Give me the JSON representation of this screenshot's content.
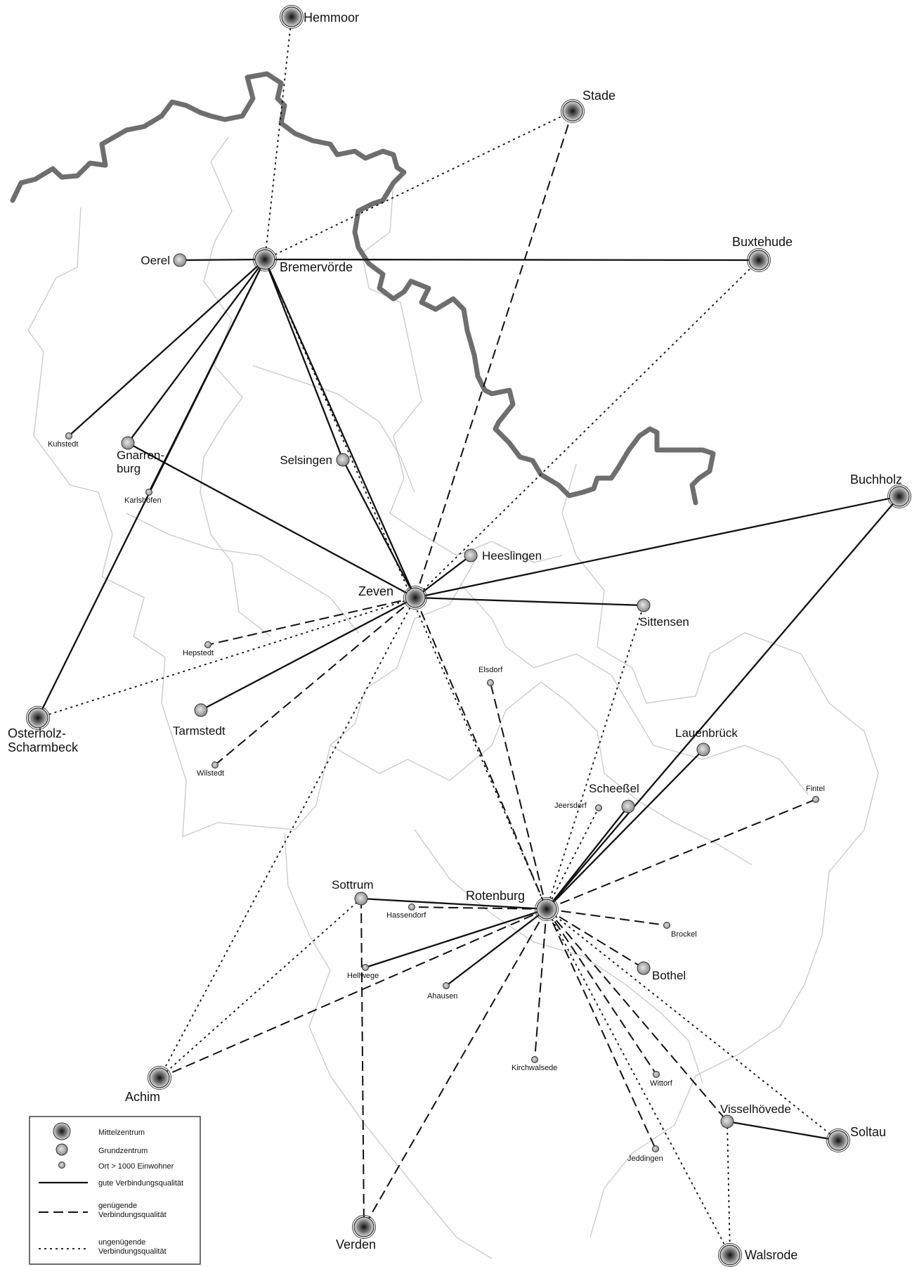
{
  "colors": {
    "background": "#ffffff",
    "line": "#111111",
    "district_border": "#c8c8c8",
    "state_border": "#6e6e6e"
  },
  "places": [
    {
      "id": "hemmoor",
      "name": "Hemmoor",
      "type": "mittel"
    },
    {
      "id": "stade",
      "name": "Stade",
      "type": "mittel"
    },
    {
      "id": "oerel",
      "name": "Oerel",
      "type": "grund"
    },
    {
      "id": "bremervoerde",
      "name": "Bremervörde",
      "type": "mittel"
    },
    {
      "id": "buxtehude",
      "name": "Buxtehude",
      "type": "mittel"
    },
    {
      "id": "kuhstedt",
      "name": "Kuhstedt",
      "type": "ort"
    },
    {
      "id": "gnarrenburg",
      "name": "Gnarren-\nburg",
      "type": "grund"
    },
    {
      "id": "karlshoefen",
      "name": "Karlshöfen",
      "type": "ort"
    },
    {
      "id": "selsingen",
      "name": "Selsingen",
      "type": "grund"
    },
    {
      "id": "buchholz",
      "name": "Buchholz",
      "type": "mittel"
    },
    {
      "id": "heeslingen",
      "name": "Heeslingen",
      "type": "grund"
    },
    {
      "id": "zeven",
      "name": "Zeven",
      "type": "mittel"
    },
    {
      "id": "sittensen",
      "name": "Sittensen",
      "type": "grund"
    },
    {
      "id": "hepstedt",
      "name": "Hepstedt",
      "type": "ort"
    },
    {
      "id": "elsdorf",
      "name": "Elsdorf",
      "type": "ort"
    },
    {
      "id": "osterholz",
      "name": "Osterholz-\nScharmbeck",
      "type": "mittel"
    },
    {
      "id": "tarmstedt",
      "name": "Tarmstedt",
      "type": "grund"
    },
    {
      "id": "lauenbrueck",
      "name": "Lauenbrück",
      "type": "grund"
    },
    {
      "id": "wilstedt",
      "name": "Wilstedt",
      "type": "ort"
    },
    {
      "id": "fintel",
      "name": "Fintel",
      "type": "ort"
    },
    {
      "id": "scheessel",
      "name": "Scheeßel",
      "type": "grund"
    },
    {
      "id": "jeersdorf",
      "name": "Jeersdorf",
      "type": "ort"
    },
    {
      "id": "sottrum",
      "name": "Sottrum",
      "type": "grund"
    },
    {
      "id": "rotenburg",
      "name": "Rotenburg",
      "type": "mittel"
    },
    {
      "id": "hassendorf",
      "name": "Hassendorf",
      "type": "ort"
    },
    {
      "id": "brockel",
      "name": "Brockel",
      "type": "ort"
    },
    {
      "id": "hellwege",
      "name": "Hellwege",
      "type": "ort"
    },
    {
      "id": "bothel",
      "name": "Bothel",
      "type": "grund"
    },
    {
      "id": "ahausen",
      "name": "Ahausen",
      "type": "ort"
    },
    {
      "id": "achim",
      "name": "Achim",
      "type": "mittel"
    },
    {
      "id": "kirchwalsede",
      "name": "Kirchwalsede",
      "type": "ort"
    },
    {
      "id": "wittorf",
      "name": "Wittorf",
      "type": "ort"
    },
    {
      "id": "visselhoevede",
      "name": "Visselhövede",
      "type": "grund"
    },
    {
      "id": "soltau",
      "name": "Soltau",
      "type": "mittel"
    },
    {
      "id": "jeddingen",
      "name": "Jeddingen",
      "type": "ort"
    },
    {
      "id": "verden",
      "name": "Verden",
      "type": "mittel"
    },
    {
      "id": "walsrode",
      "name": "Walsrode",
      "type": "mittel"
    }
  ],
  "connections": [
    {
      "from": "bremervoerde",
      "to": "hemmoor",
      "quality": "insufficient"
    },
    {
      "from": "bremervoerde",
      "to": "stade",
      "quality": "insufficient"
    },
    {
      "from": "bremervoerde",
      "to": "oerel",
      "quality": "good"
    },
    {
      "from": "bremervoerde",
      "to": "buxtehude",
      "quality": "good"
    },
    {
      "from": "bremervoerde",
      "to": "kuhstedt",
      "quality": "good"
    },
    {
      "from": "bremervoerde",
      "to": "gnarrenburg",
      "quality": "good"
    },
    {
      "from": "bremervoerde",
      "to": "karlshoefen",
      "quality": "good"
    },
    {
      "from": "bremervoerde",
      "to": "osterholz",
      "quality": "good"
    },
    {
      "from": "bremervoerde",
      "to": "selsingen",
      "quality": "good"
    },
    {
      "from": "bremervoerde",
      "to": "zeven",
      "quality": "good"
    },
    {
      "from": "bremervoerde",
      "to": "rotenburg",
      "quality": "insufficient"
    },
    {
      "from": "zeven",
      "to": "stade",
      "quality": "sufficient"
    },
    {
      "from": "zeven",
      "to": "buxtehude",
      "quality": "insufficient"
    },
    {
      "from": "zeven",
      "to": "gnarrenburg",
      "quality": "good"
    },
    {
      "from": "zeven",
      "to": "selsingen",
      "quality": "good"
    },
    {
      "from": "zeven",
      "to": "heeslingen",
      "quality": "good"
    },
    {
      "from": "zeven",
      "to": "buchholz",
      "quality": "good"
    },
    {
      "from": "zeven",
      "to": "sittensen",
      "quality": "good"
    },
    {
      "from": "zeven",
      "to": "hepstedt",
      "quality": "sufficient"
    },
    {
      "from": "zeven",
      "to": "osterholz",
      "quality": "insufficient"
    },
    {
      "from": "zeven",
      "to": "tarmstedt",
      "quality": "good"
    },
    {
      "from": "zeven",
      "to": "wilstedt",
      "quality": "sufficient"
    },
    {
      "from": "zeven",
      "to": "achim",
      "quality": "insufficient"
    },
    {
      "from": "zeven",
      "to": "rotenburg",
      "quality": "sufficient"
    },
    {
      "from": "rotenburg",
      "to": "buchholz",
      "quality": "good"
    },
    {
      "from": "rotenburg",
      "to": "elsdorf",
      "quality": "sufficient"
    },
    {
      "from": "rotenburg",
      "to": "lauenbrueck",
      "quality": "good"
    },
    {
      "from": "rotenburg",
      "to": "scheessel",
      "quality": "good"
    },
    {
      "from": "rotenburg",
      "to": "jeersdorf",
      "quality": "insufficient"
    },
    {
      "from": "rotenburg",
      "to": "fintel",
      "quality": "sufficient"
    },
    {
      "from": "rotenburg",
      "to": "sottrum",
      "quality": "good"
    },
    {
      "from": "rotenburg",
      "to": "hassendorf",
      "quality": "sufficient"
    },
    {
      "from": "rotenburg",
      "to": "brockel",
      "quality": "sufficient"
    },
    {
      "from": "rotenburg",
      "to": "hellwege",
      "quality": "good"
    },
    {
      "from": "rotenburg",
      "to": "ahausen",
      "quality": "good"
    },
    {
      "from": "rotenburg",
      "to": "bothel",
      "quality": "sufficient"
    },
    {
      "from": "rotenburg",
      "to": "achim",
      "quality": "sufficient"
    },
    {
      "from": "rotenburg",
      "to": "verden",
      "quality": "sufficient"
    },
    {
      "from": "rotenburg",
      "to": "kirchwalsede",
      "quality": "sufficient"
    },
    {
      "from": "rotenburg",
      "to": "wittorf",
      "quality": "sufficient"
    },
    {
      "from": "rotenburg",
      "to": "visselhoevede",
      "quality": "sufficient"
    },
    {
      "from": "rotenburg",
      "to": "soltau",
      "quality": "insufficient"
    },
    {
      "from": "rotenburg",
      "to": "jeddingen",
      "quality": "sufficient"
    },
    {
      "from": "rotenburg",
      "to": "walsrode",
      "quality": "insufficient"
    },
    {
      "from": "rotenburg",
      "to": "sittensen",
      "quality": "insufficient"
    },
    {
      "from": "sottrum",
      "to": "achim",
      "quality": "insufficient"
    },
    {
      "from": "sottrum",
      "to": "verden",
      "quality": "sufficient"
    },
    {
      "from": "visselhoevede",
      "to": "soltau",
      "quality": "good"
    },
    {
      "from": "visselhoevede",
      "to": "walsrode",
      "quality": "insufficient"
    }
  ],
  "legend": {
    "items": [
      {
        "kind": "mittel",
        "label": "Mittelzentrum"
      },
      {
        "kind": "grund",
        "label": "Grundzentrum"
      },
      {
        "kind": "ort",
        "label": "Ort > 1000 Einwohner"
      },
      {
        "kind": "good",
        "label": "gute Verbindungsqualität"
      },
      {
        "kind": "sufficient",
        "label": "genügende\nVerbindungsqualität"
      },
      {
        "kind": "insufficient",
        "label": "ungenügende\nVerbindungsqualität"
      }
    ]
  }
}
